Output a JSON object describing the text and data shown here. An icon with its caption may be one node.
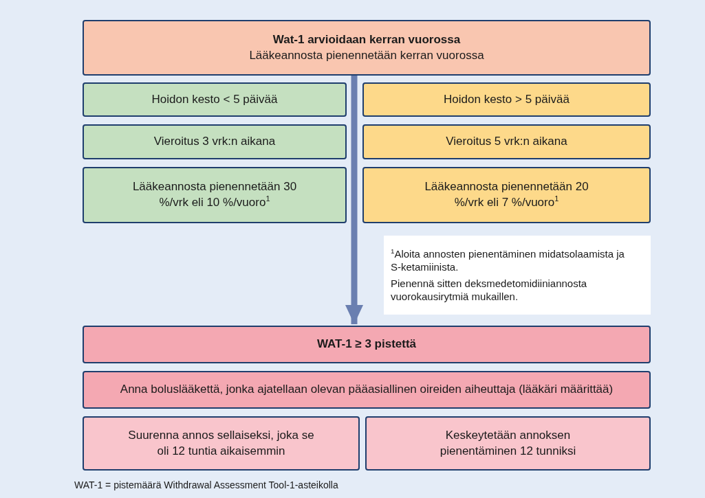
{
  "diagram": {
    "nodes": [
      {
        "text": [
          "Wat-1 arvioidaan kerran vuorossa",
          "Lääkeannosta pienennetään kerran vuorossa"
        ]
      },
      {
        "text": [
          "Hoidon kesto < 5 päivää"
        ]
      },
      {
        "text": [
          "Hoidon kesto > 5 päivää"
        ]
      },
      {
        "text": [
          "Vieroitus 3 vrk:n aikana"
        ]
      },
      {
        "text": [
          "Vieroitus 5 vrk:n aikana"
        ]
      },
      {
        "text": [
          "Lääkeannosta pienennetään 30 %/vrk eli 10 %/vuoro$^{1}$"
        ]
      },
      {
        "text": [
          "Lääkeannosta pienennetään 20 %/vrk eli 7 %/vuoro$^{1}$"
        ]
      },
      {
        "text": [
          "$^{1}$Aloita annosten pienentäminen midatsolaamista ja S-ketamiinista.",
          "Pienennä sitten deksmedetomidiiniannosta vuorokausirytmiä mukaillen."
        ]
      },
      {
        "text": [
          "WAT-1 ≥ 3 pistettä"
        ]
      },
      {
        "text": [
          "Anna boluslääkettä, jonka ajatellaan olevan pääasiallinen oireiden aiheuttaja (lääkäri määrittää)"
        ]
      },
      {
        "text": [
          "Suurenna annos sellaiseksi, joka se oli 12 tuntia aikaisemmin"
        ]
      },
      {
        "text": [
          "Keskeytetään annoksen pienentäminen 12 tunniksi"
        ]
      }
    ],
    "edges": [
      {
        "from": 0,
        "to": 8,
        "arrow": "to"
      }
    ],
    "labels": [
      "WAT-1 = pistemäärä Withdrawal Assessment Tool-1-asteikolla"
    ]
  }
}
